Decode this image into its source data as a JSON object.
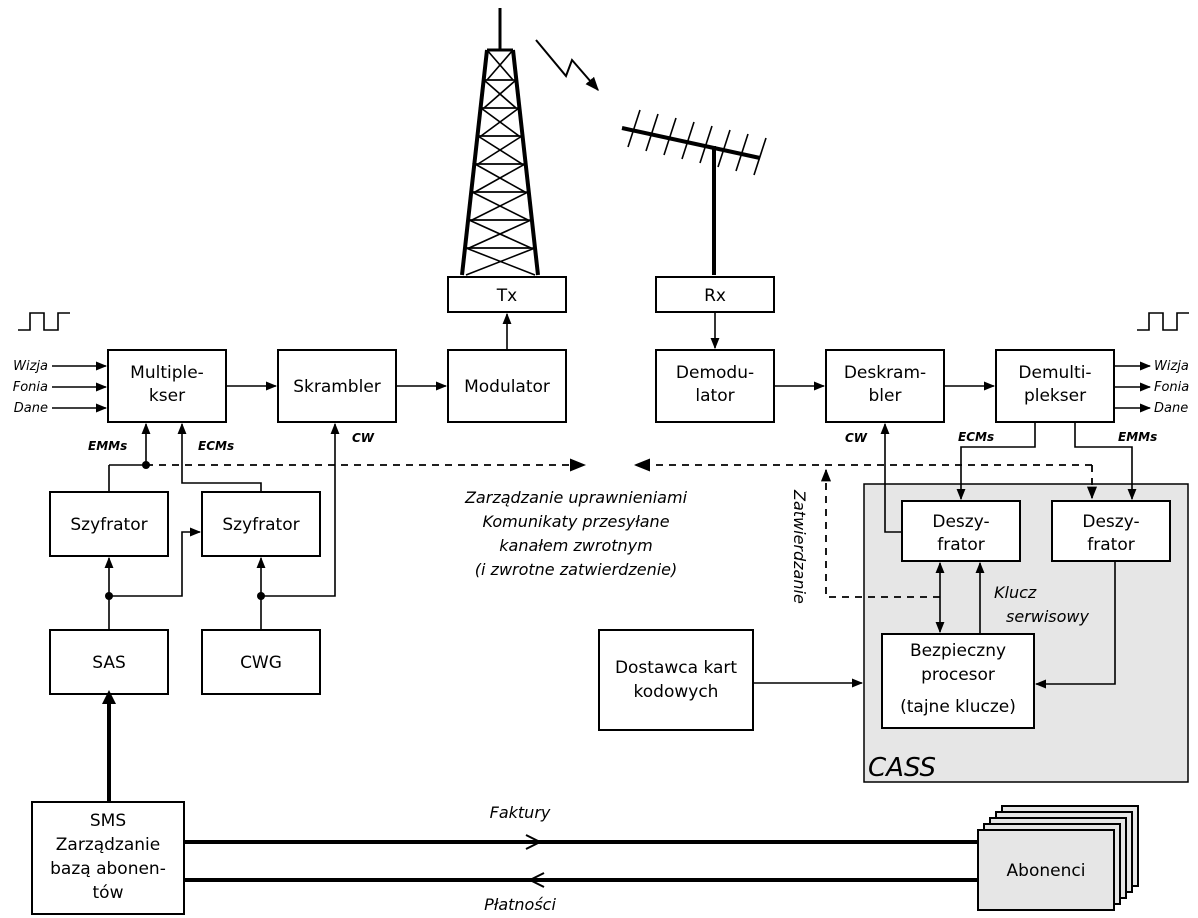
{
  "blocks": {
    "multiplekser": [
      "Multiple-",
      "kser"
    ],
    "skrambler": [
      "Skrambler"
    ],
    "modulator": [
      "Modulator"
    ],
    "tx": [
      "Tx"
    ],
    "rx": [
      "Rx"
    ],
    "demodulator": [
      "Demodu-",
      "lator"
    ],
    "deskrambler": [
      "Deskram-",
      "bler"
    ],
    "demultiplekser": [
      "Demulti-",
      "plekser"
    ],
    "szyfrator_left": [
      "Szyfrator"
    ],
    "szyfrator_right": [
      "Szyfrator"
    ],
    "sas": [
      "SAS"
    ],
    "cwg": [
      "CWG"
    ],
    "sms": [
      "SMS",
      "Zarządzanie",
      "bazą abonen-",
      "tów"
    ],
    "deszyfrator_left": [
      "Deszy-",
      "frator"
    ],
    "deszyfrator_right": [
      "Deszy-",
      "frator"
    ],
    "procesor": [
      "Bezpieczny",
      "procesor",
      "(tajne klucze)"
    ],
    "dostawca": [
      "Dostawca kart",
      "kodowych"
    ],
    "abonenci": [
      "Abonenci"
    ]
  },
  "inputs": [
    "Wizja",
    "Fonia",
    "Dane"
  ],
  "outputs": [
    "Wizja",
    "Fonia",
    "Dane"
  ],
  "signals": {
    "emms_left": "EMMs",
    "ecms_left": "ECMs",
    "cw_left": "CW",
    "cw_right": "CW",
    "ecms_right": "ECMs",
    "emms_right": "EMMs"
  },
  "annotations": {
    "return_channel": [
      "Zarządzanie uprawnieniami",
      "Komunikaty przesyłane",
      "kanałem zwrotnym",
      "(i zwrotne zatwierdzenie)"
    ],
    "zatwierdzanie": "Zatwierdzanie",
    "klucz": [
      "Klucz",
      "serwisowy"
    ],
    "faktury": "Faktury",
    "platnosci": "Płatności",
    "cass": "CASS"
  },
  "colors": {
    "cass_fill": "#e6e6e6",
    "line": "#000000"
  }
}
